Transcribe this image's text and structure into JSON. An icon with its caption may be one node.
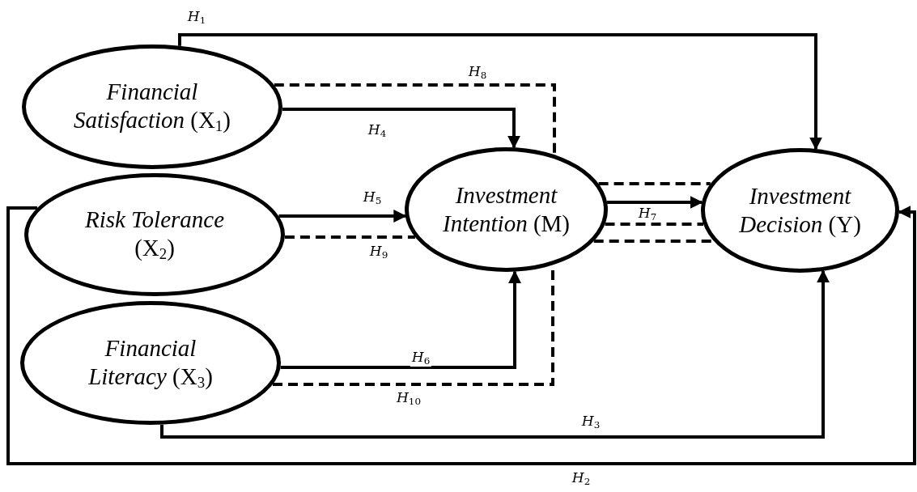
{
  "diagram": {
    "nodes": [
      {
        "text": [
          "*Financial Satisfaction* (X$_{1}$)"
        ]
      },
      {
        "text": [
          "*Risk Tolerance* (X$_{2}$)"
        ]
      },
      {
        "text": [
          "*Financial Literacy* (X$_{3}$)"
        ]
      },
      {
        "text": [
          "*Investment Intention* (M)"
        ]
      },
      {
        "text": [
          "*Investment Decision* (Y)"
        ]
      }
    ],
    "edges": [
      {
        "from": 0,
        "to": 4,
        "arrow": "to",
        "label": "*H*$_{1}$"
      },
      {
        "from": 0,
        "to": 3,
        "arrow": "none",
        "style": "dashed",
        "label": "*H*$_{8}$"
      },
      {
        "from": 0,
        "to": 3,
        "arrow": "to",
        "label": "*H*$_{4}$"
      },
      {
        "from": 1,
        "to": 3,
        "arrow": "to",
        "label": "*H*$_{5}$"
      },
      {
        "from": 1,
        "to": 3,
        "arrow": "none",
        "style": "dashed",
        "label": "*H*$_{9}$"
      },
      {
        "from": 3,
        "to": 4,
        "arrow": "none",
        "style": "dashed"
      },
      {
        "from": 3,
        "to": 4,
        "arrow": "to",
        "label": "*H*$_{7}$"
      },
      {
        "from": 3,
        "to": 4,
        "arrow": "none",
        "style": "dashed"
      },
      {
        "from": 3,
        "to": 4,
        "arrow": "none",
        "style": "dashed"
      },
      {
        "from": 2,
        "to": 3,
        "arrow": "to",
        "label": "*H*$_{6}$"
      },
      {
        "from": 2,
        "to": 3,
        "arrow": "none",
        "style": "dashed",
        "label": "*H*$_{10}$"
      },
      {
        "from": 2,
        "to": 4,
        "arrow": "to",
        "label": "*H*$_{3}$"
      },
      {
        "from": 1,
        "to": 4,
        "arrow": "to",
        "label": "*H*$_{2}$"
      }
    ]
  }
}
